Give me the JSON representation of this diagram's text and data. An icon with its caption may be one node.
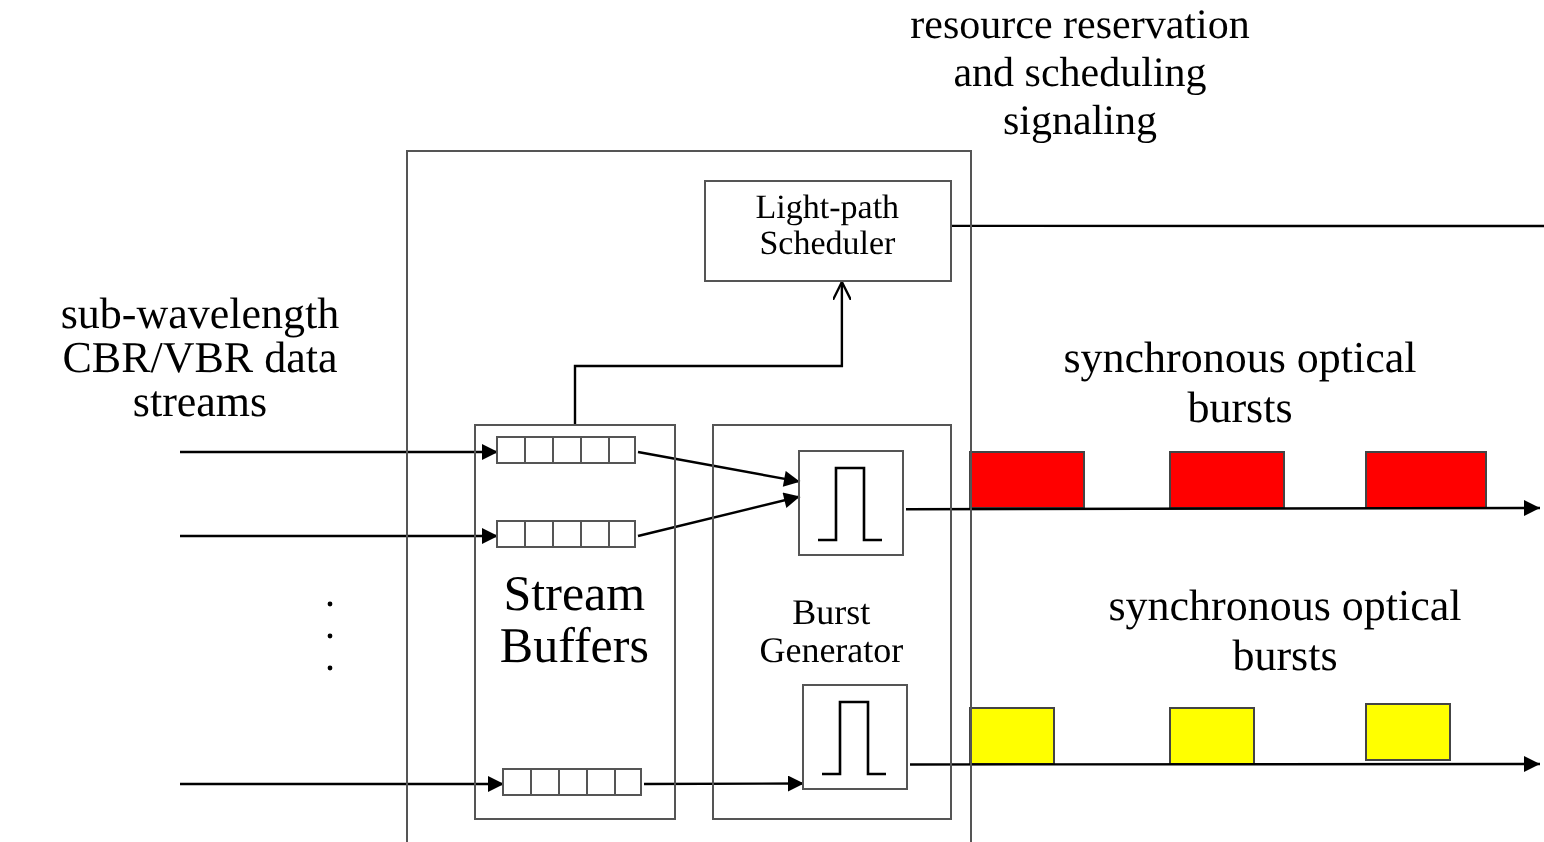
{
  "diagram": {
    "nodes": [
      {
        "text": [],
        "shape": "box"
      },
      {
        "text": [
          "Light-path Scheduler"
        ],
        "in": 0
      },
      {
        "text": [
          "Stream Buffers"
        ],
        "in": 0
      },
      {
        "text": [],
        "shape": "box",
        "in": 2
      },
      {
        "text": [],
        "shape": "box",
        "in": 2
      },
      {
        "text": [],
        "shape": "box",
        "in": 2
      },
      {
        "text": [
          "Burst Generator"
        ],
        "in": 0
      },
      {
        "text": [],
        "shape": "box",
        "in": 6
      },
      {
        "text": [],
        "shape": "box",
        "in": 6
      }
    ],
    "edges": [
      {
        "from": null,
        "to": 3,
        "arrow": "to"
      },
      {
        "from": null,
        "to": 4,
        "arrow": "to"
      },
      {
        "from": null,
        "to": 5,
        "arrow": "to"
      },
      {
        "from": 3,
        "to": 7,
        "arrow": "to"
      },
      {
        "from": 4,
        "to": 7,
        "arrow": "to"
      },
      {
        "from": 5,
        "to": 8,
        "arrow": "to"
      },
      {
        "from": 2,
        "to": 1,
        "arrow": "to"
      },
      {
        "from": 1,
        "to": null,
        "arrow": "none"
      },
      {
        "from": 7,
        "to": null,
        "arrow": "to"
      },
      {
        "from": 8,
        "to": null,
        "arrow": "to"
      }
    ],
    "labels": [
      "resource reservation and scheduling signaling",
      "sub-wavelength CBR/VBR data streams",
      "synchronous optical bursts",
      "synchronous optical bursts"
    ]
  }
}
